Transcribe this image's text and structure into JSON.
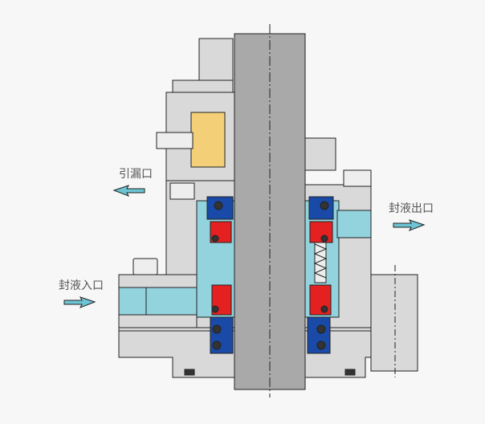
{
  "labels": {
    "leak_outlet": "引漏口",
    "seal_fluid_outlet": "封液出口",
    "seal_fluid_inlet": "封液入口"
  },
  "colors": {
    "body": "#d9d9d9",
    "body_dark": "#c4c4c4",
    "shaft": "#a9a9a9",
    "cavity": "#92d3dd",
    "seal_ring": "#1a4aa8",
    "face_ring": "#e52020",
    "bearing": "#f3cf78",
    "arrow": "#6cc4d4",
    "outline": "#222222"
  }
}
